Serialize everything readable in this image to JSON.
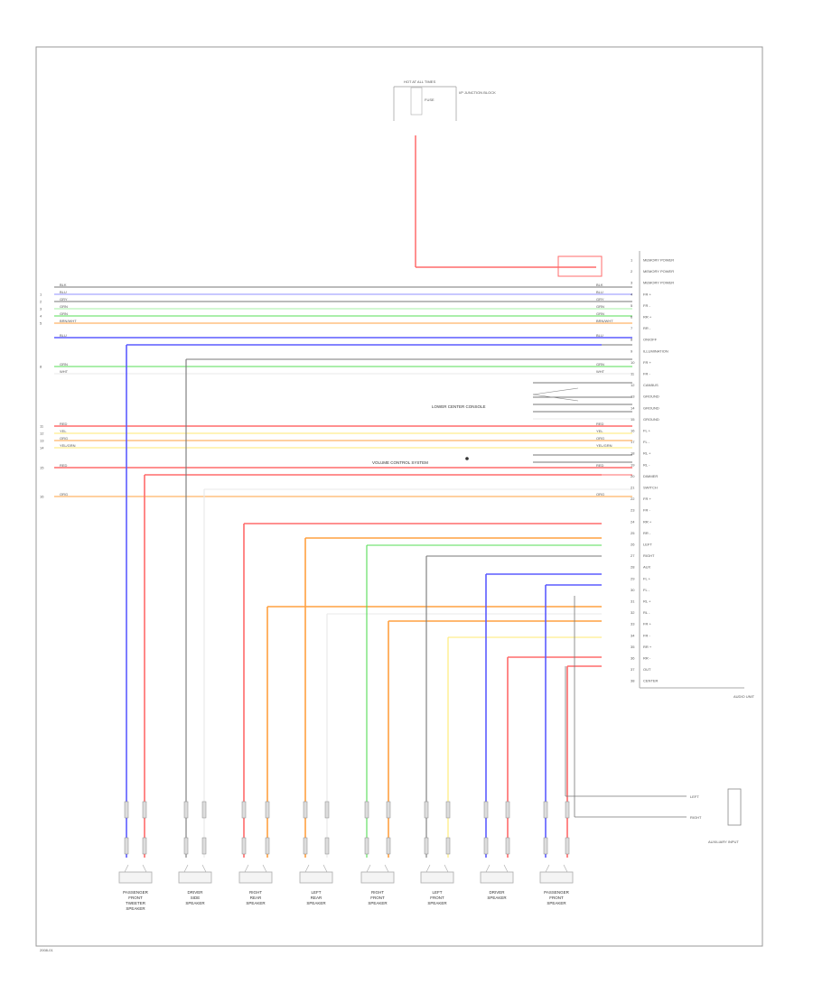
{
  "diagram": {
    "top_connector": {
      "top_label": "HOT AT ALL TIMES",
      "fuse_label": "FUSE",
      "junction_label": "I/P JUNCTION BLOCK"
    },
    "wire_colors": {
      "red": "#ff6b6b",
      "blue": "#5b5bff",
      "green": "#55dd55",
      "yellow": "#ffea70",
      "orange": "#ffa040",
      "gray": "#777777",
      "lightgray": "#cccccc",
      "white": "#e8e8e8",
      "pink": "#ff9fb0",
      "lightblue": "#9090ff",
      "lightgreen": "#a6f0a6"
    },
    "left_rows": [
      {
        "num": "",
        "code": "BLK",
        "color": "gray"
      },
      {
        "num": "1",
        "code": "BLU",
        "color": "lightblue"
      },
      {
        "num": "2",
        "code": "GRY",
        "color": "gray"
      },
      {
        "num": "3",
        "code": "GRN",
        "color": "lightgreen"
      },
      {
        "num": "4",
        "code": "GRN",
        "color": "green"
      },
      {
        "num": "5",
        "code": "BRN/WHT",
        "color": "orange"
      },
      {
        "num": "",
        "code": "BLU",
        "color": "blue"
      },
      {
        "num": "8",
        "code": "GRN",
        "color": "green"
      },
      {
        "num": "",
        "code": "WHT",
        "color": "white"
      },
      {
        "num": "11",
        "code": "RED",
        "color": "red"
      },
      {
        "num": "12",
        "code": "YEL",
        "color": "yellow"
      },
      {
        "num": "13",
        "code": "ORG",
        "color": "orange"
      },
      {
        "num": "14",
        "code": "YEL/GRN",
        "color": "yellow"
      },
      {
        "num": "15",
        "code": "RED",
        "color": "red"
      },
      {
        "num": "16",
        "code": "ORG",
        "color": "orange"
      }
    ],
    "right_pins": [
      "MEMORY POWER",
      "MEMORY POWER",
      "MEMORY POWER",
      "FR +",
      "FR -",
      "RR +",
      "RR -",
      "ON/OFF",
      "ILLUMINATION",
      "FR +",
      "FR -",
      "CANBUS",
      "GROUND",
      "GROUND",
      "GROUND",
      "FL +",
      "FL -",
      "RL +",
      "RL -",
      "DIMMER",
      "SWITCH",
      "FR +",
      "FR -",
      "RR +",
      "RR -",
      "LEFT",
      "RIGHT",
      "AUX",
      "FL +",
      "FL -",
      "RL +",
      "RL -",
      "FR +",
      "FR -",
      "RR +",
      "RR -",
      "OUT",
      "CENTER"
    ],
    "callouts": {
      "lower_left": "LOWER CENTER CONSOLE",
      "center": "VOLUME CONTROL SYSTEM",
      "audio_unit": "AUDIO UNIT"
    },
    "speakers": [
      {
        "line1": "PASSENGER",
        "line2": "FRONT",
        "line3": "TWEETER",
        "line4": "SPEAKER"
      },
      {
        "line1": "DRIVER",
        "line2": "SIDE",
        "line3": "SPEAKER",
        "line4": ""
      },
      {
        "line1": "RIGHT",
        "line2": "REAR",
        "line3": "SPEAKER",
        "line4": ""
      },
      {
        "line1": "LEFT",
        "line2": "REAR",
        "line3": "SPEAKER",
        "line4": ""
      },
      {
        "line1": "RIGHT",
        "line2": "FRONT",
        "line3": "SPEAKER",
        "line4": ""
      },
      {
        "line1": "LEFT",
        "line2": "FRONT",
        "line3": "SPEAKER",
        "line4": ""
      },
      {
        "line1": "DRIVER",
        "line2": "SPEAKER",
        "line3": "",
        "line4": ""
      },
      {
        "line1": "PASSENGER",
        "line2": "FRONT",
        "line3": "SPEAKER",
        "line4": ""
      }
    ],
    "aux_connector": {
      "line1": "LEFT",
      "line2": "RIGHT",
      "label": "AUXILIARY INPUT"
    },
    "footer": "2008-01"
  }
}
